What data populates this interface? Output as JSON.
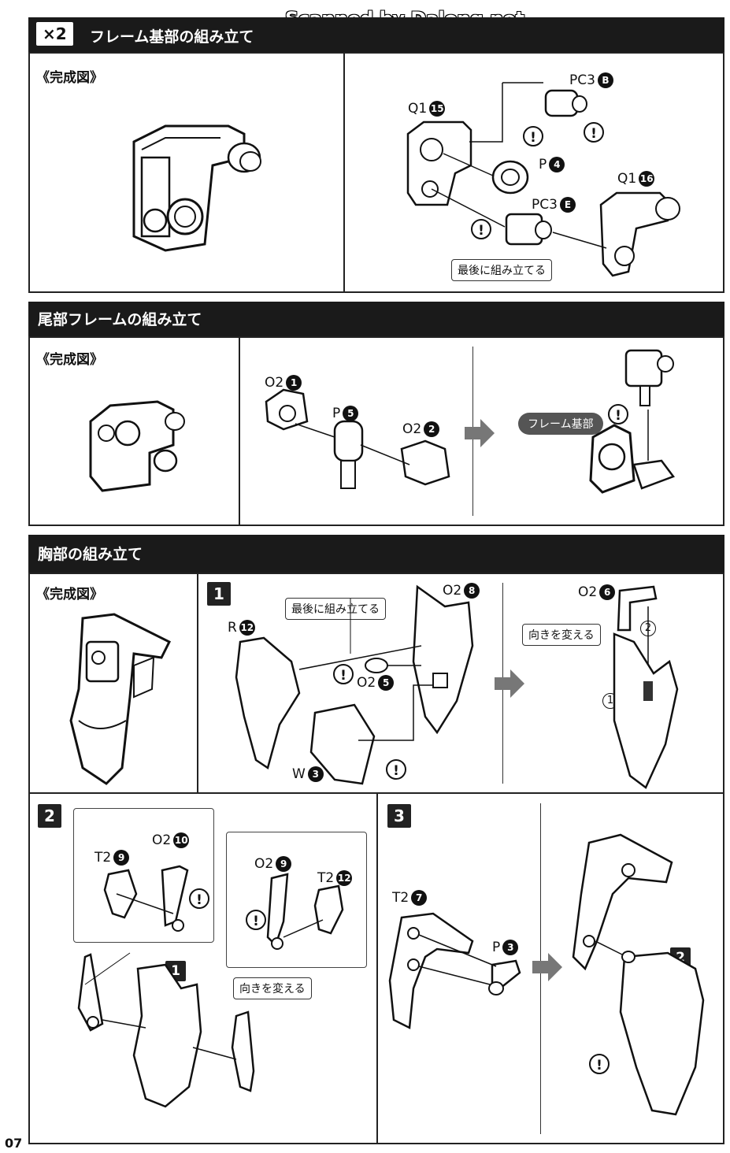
{
  "watermark": "Scanned by Dalong.net",
  "section1": {
    "multiplier": "×2",
    "title": "フレーム基部の組み立て",
    "kansei": "《完成図》",
    "parts": {
      "pc3_b": "PC3",
      "pc3_b_num": "B",
      "q1_15": "Q1",
      "q1_15_num": "15",
      "p_4": "P",
      "p_4_num": "4",
      "q1_16": "Q1",
      "q1_16_num": "16",
      "pc3_e": "PC3",
      "pc3_e_num": "E"
    },
    "callout": "最後に組み立てる"
  },
  "section2": {
    "title": "尾部フレームの組み立て",
    "kansei": "《完成図》",
    "parts": {
      "o2_1": "O2",
      "o2_1_num": "1",
      "p_5": "P",
      "p_5_num": "5",
      "o2_2": "O2",
      "o2_2_num": "2"
    },
    "pill": "フレーム基部"
  },
  "section3": {
    "title": "胸部の組み立て",
    "kansei": "《完成図》",
    "step1": {
      "num": "1",
      "callout": "最後に組み立てる",
      "parts": {
        "r_12": "R",
        "r_12_num": "12",
        "o2_8": "O2",
        "o2_8_num": "8",
        "o2_5": "O2",
        "o2_5_num": "5",
        "w_3": "W",
        "w_3_num": "3",
        "o2_6": "O2",
        "o2_6_num": "6"
      },
      "callout2": "向きを変える",
      "seq1": "1",
      "seq2": "2"
    },
    "step2": {
      "num": "2",
      "sub_badge": "1",
      "parts": {
        "t2_9": "T2",
        "t2_9_num": "9",
        "o2_10": "O2",
        "o2_10_num": "10",
        "o2_9": "O2",
        "o2_9_num": "9",
        "t2_12": "T2",
        "t2_12_num": "12"
      },
      "callout": "向きを変える"
    },
    "step3": {
      "num": "3",
      "sub_badge": "2",
      "parts": {
        "t2_7": "T2",
        "t2_7_num": "7",
        "p_3": "P",
        "p_3_num": "3"
      }
    }
  },
  "warning_symbol": "!",
  "page_number": "07"
}
